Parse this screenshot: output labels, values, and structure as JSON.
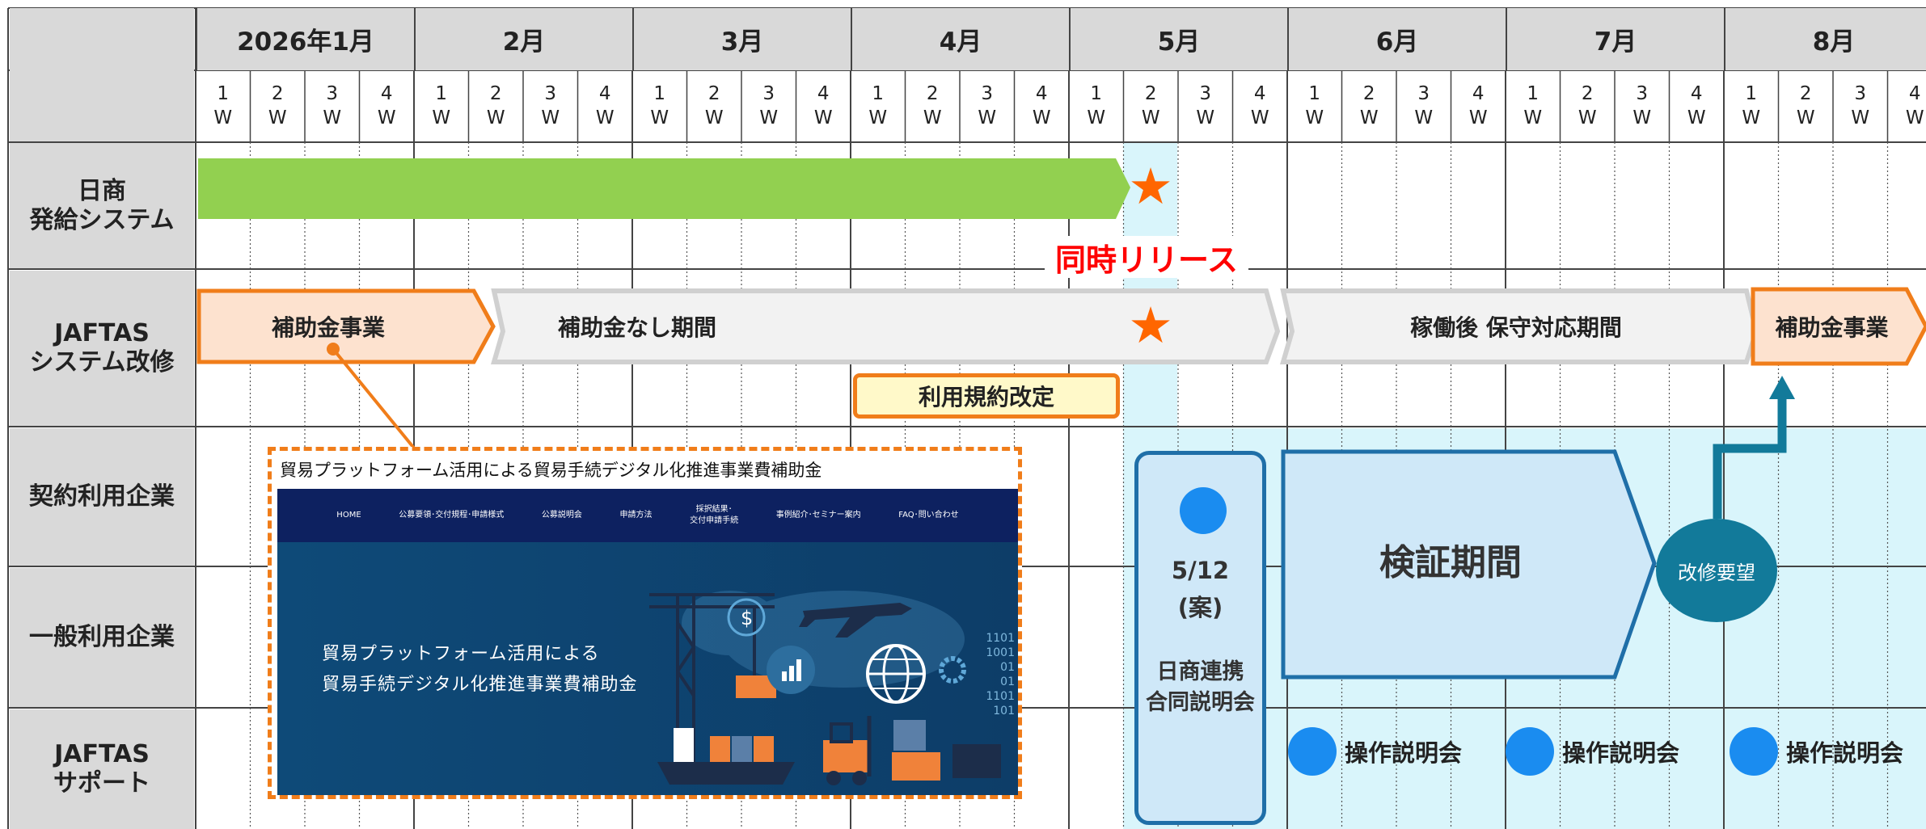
{
  "months": [
    "2026年1月",
    "2月",
    "3月",
    "4月",
    "5月",
    "6月",
    "7月",
    "8月"
  ],
  "week_numbers": [
    "1",
    "2",
    "3",
    "4"
  ],
  "week_unit": "W",
  "row_labels": [
    "日商\n発給システム",
    "JAFTAS\nシステム改修",
    "契約利用企業",
    "一般利用企業",
    "JAFTAS\nサポート"
  ],
  "phases": {
    "subsidy_1": "補助金事業",
    "no_subsidy": "補助金なし期間",
    "maintenance": "稼働後 保守対応期間",
    "subsidy_2": "補助金事業",
    "terms_revision": "利用規約改定"
  },
  "simultaneous_release": "同時リリース",
  "briefing": {
    "date": "5/12",
    "note": "(案)",
    "title": "日商連携\n合同説明会"
  },
  "verification": "検証期間",
  "improvement_request": "改修要望",
  "operation_sessions": [
    "操作説明会",
    "操作説明会",
    "操作説明会"
  ],
  "website": {
    "title": "貿易プラットフォーム活用による貿易手続デジタル化推進事業費補助金",
    "nav": [
      "HOME",
      "公募要領･交付規程･申請様式",
      "公募説明会",
      "申請方法",
      "採択結果･\n交付申請手続",
      "事例紹介･セミナー案内",
      "FAQ･問い合わせ"
    ],
    "hero_line1": "貿易プラットフォーム活用による",
    "hero_line2": "貿易手続デジタル化推進事業費補助金",
    "binary_text": "1101\n1001\n01\n01\n1101\n101"
  },
  "colors": {
    "green_bar": "#92d050",
    "star": "#ff6600",
    "subsidy_fill": "#fde2cf",
    "subsidy_border": "#f07d1a",
    "gray_phase": "#f2f2f2",
    "terms_fill": "#fff9c9",
    "light_blue": "#d9f5fb",
    "blue_box": "#cfe8f8",
    "blue_border": "#1f6fa8",
    "teal_circle": "#127a9a",
    "blue_dot": "#1a8cf0",
    "release_red": "#ff0000",
    "site_navy": "#0d2160"
  }
}
